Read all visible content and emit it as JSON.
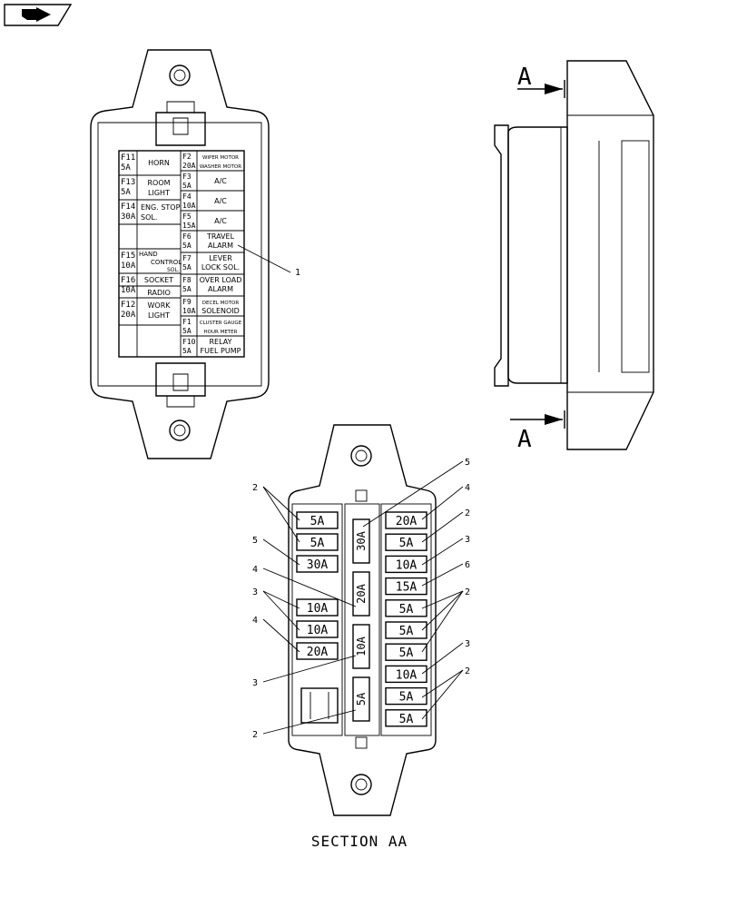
{
  "nav_icon": "back-arrow-icon",
  "legend": {
    "rows_left": [
      {
        "code": "F11",
        "amp": "5A",
        "label1": "HORN",
        "label2": ""
      },
      {
        "code": "F13",
        "amp": "5A",
        "label1": "ROOM",
        "label2": "LIGHT"
      },
      {
        "code": "F14",
        "amp": "30A",
        "label1": "ENG. STOP",
        "label2": "SOL."
      },
      {
        "code": "",
        "amp": "",
        "label1": "",
        "label2": ""
      },
      {
        "code": "F15",
        "amp": "10A",
        "label1": "HAND",
        "label2": "CONTROL",
        "label3": "SOL."
      },
      {
        "code": "F16",
        "amp": "10A",
        "label1": "SOCKET",
        "label2": "RADIO"
      },
      {
        "code": "F12",
        "amp": "20A",
        "label1": "WORK",
        "label2": "LIGHT"
      },
      {
        "code": "",
        "amp": "",
        "label1": "",
        "label2": ""
      }
    ],
    "rows_right": [
      {
        "code": "F2",
        "amp": "20A",
        "label1": "WIPER MOTOR",
        "label2": "WASHER MOTOR"
      },
      {
        "code": "F3",
        "amp": "5A",
        "label1": "A/C",
        "label2": ""
      },
      {
        "code": "F4",
        "amp": "10A",
        "label1": "A/C",
        "label2": ""
      },
      {
        "code": "F5",
        "amp": "15A",
        "label1": "A/C",
        "label2": ""
      },
      {
        "code": "F6",
        "amp": "5A",
        "label1": "TRAVEL",
        "label2": "ALARM"
      },
      {
        "code": "F7",
        "amp": "5A",
        "label1": "LEVER",
        "label2": "LOCK SOL."
      },
      {
        "code": "F8",
        "amp": "5A",
        "label1": "OVER LOAD",
        "label2": "ALARM"
      },
      {
        "code": "F9",
        "amp": "10A",
        "label1": "DECEL MOTOR",
        "label2": "SOLENOID"
      },
      {
        "code": "F1",
        "amp": "5A",
        "label1": "CLUSTER GAUGE",
        "label2": "HOUR METER"
      },
      {
        "code": "F10",
        "amp": "5A",
        "label1": "RELAY",
        "label2": "FUEL PUMP"
      }
    ]
  },
  "callouts": {
    "legend_ref": "1",
    "section_marker": "A",
    "left_refs": [
      "2",
      "5",
      "4",
      "3",
      "4",
      "3",
      "2"
    ],
    "right_refs": [
      "5",
      "4",
      "2",
      "3",
      "6",
      "2",
      "3",
      "2"
    ]
  },
  "fuses_left": [
    "5A",
    "5A",
    "30A",
    "",
    "10A",
    "10A",
    "20A",
    ""
  ],
  "fuses_middle": [
    "30A",
    "20A",
    "10A",
    "5A"
  ],
  "fuses_right": [
    "20A",
    "5A",
    "10A",
    "15A",
    "5A",
    "5A",
    "5A",
    "10A",
    "5A",
    "5A"
  ],
  "section_label": "SECTION AA"
}
